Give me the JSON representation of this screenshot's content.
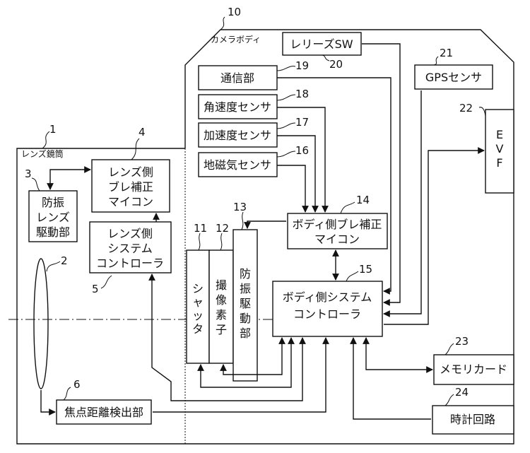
{
  "regions": {
    "camera_body_label": "カメラボディ",
    "camera_body_number": "10",
    "lens_barrel_label": "レンズ鏡筒",
    "lens_barrel_number": "1"
  },
  "blocks": {
    "lens_shake_mcu": {
      "lines": [
        "レンズ側",
        "ブレ補正",
        "マイコン"
      ],
      "number": "4"
    },
    "lens_system_controller": {
      "lines": [
        "レンズ側",
        "システム",
        "コントローラ"
      ],
      "number": "5"
    },
    "anti_shake_lens_drive": {
      "lines": [
        "防振",
        "レンズ",
        "駆動部"
      ],
      "number": "3"
    },
    "lens": {
      "number": "2"
    },
    "focus_detector": {
      "lines": [
        "焦点距離検出部"
      ],
      "number": "6"
    },
    "release_sw": {
      "lines": [
        "レリーズSW"
      ],
      "number": "20"
    },
    "communication": {
      "lines": [
        "通信部"
      ],
      "number": "19"
    },
    "angular_velocity_sensor": {
      "lines": [
        "角速度センサ"
      ],
      "number": "18"
    },
    "acceleration_sensor": {
      "lines": [
        "加速度センサ"
      ],
      "number": "17"
    },
    "geomagnetic_sensor": {
      "lines": [
        "地磁気センサ"
      ],
      "number": "16"
    },
    "gps_sensor": {
      "lines": [
        "GPSセンサ"
      ],
      "number": "21"
    },
    "evf": {
      "lines": [
        "E",
        "V",
        "F"
      ],
      "number": "22"
    },
    "body_shake_mcu": {
      "lines": [
        "ボディ側ブレ補正",
        "マイコン"
      ],
      "number": "14"
    },
    "shutter": {
      "lines": [
        "シ",
        "ャ",
        "ッ",
        "タ"
      ],
      "number": "11"
    },
    "image_sensor": {
      "lines": [
        "撮",
        "像",
        "素",
        "子"
      ],
      "number": "12"
    },
    "anti_shake_drive": {
      "lines": [
        "防",
        "振",
        "駆",
        "動",
        "部"
      ],
      "number": "13"
    },
    "body_system_controller": {
      "lines": [
        "ボディ側システム",
        "コントローラ"
      ],
      "number": "15"
    },
    "memory_card": {
      "lines": [
        "メモリカード"
      ],
      "number": "23"
    },
    "clock_circuit": {
      "lines": [
        "時計回路"
      ],
      "number": "24"
    }
  }
}
